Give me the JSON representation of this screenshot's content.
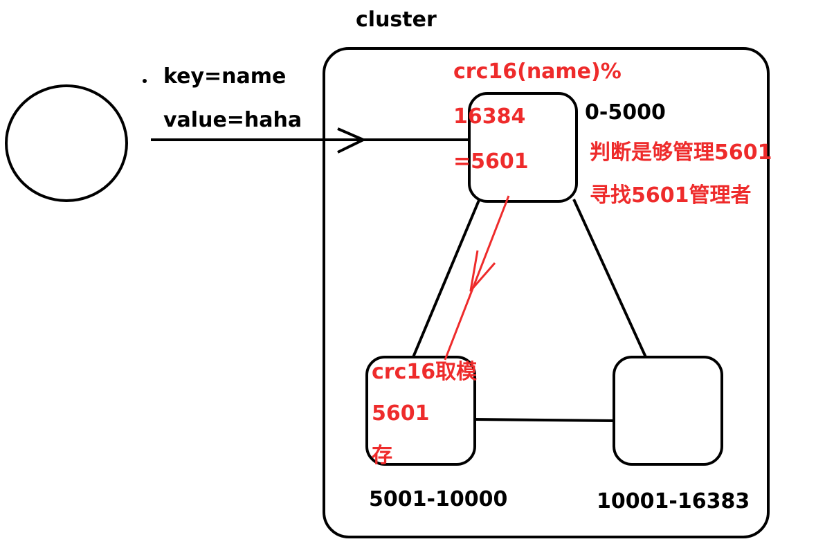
{
  "colors": {
    "ink": "#000000",
    "accent": "#ee2b2b",
    "background": "#ffffff"
  },
  "cluster": {
    "title": "cluster"
  },
  "client": {
    "key_text": "key=name",
    "value_text": "value=haha"
  },
  "nodes": {
    "top": {
      "range": "0-5000",
      "calc": [
        "crc16(name)%",
        "16384",
        "=5601"
      ],
      "notes": [
        "判断是够管理5601",
        "寻找5601管理者"
      ]
    },
    "bottom_left": {
      "range": "5001-10000",
      "notes": [
        "crc16取模",
        "5601",
        "存"
      ]
    },
    "bottom_right": {
      "range": "10001-16383"
    }
  }
}
